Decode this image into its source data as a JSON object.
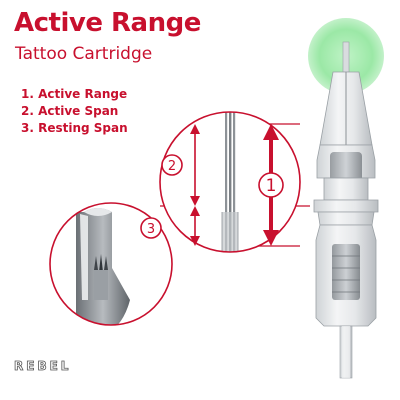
{
  "header": {
    "title": "Active Range",
    "subtitle": "Tattoo Cartridge"
  },
  "legend": {
    "items": [
      "1. Active Range",
      "2. Active Span",
      "3. Resting Span"
    ]
  },
  "markers": {
    "one": "1",
    "two": "2",
    "three": "3"
  },
  "brand": {
    "logo_text": "REBEL"
  },
  "colors": {
    "accent": "#c8102e",
    "glow": "#9be8a6"
  }
}
